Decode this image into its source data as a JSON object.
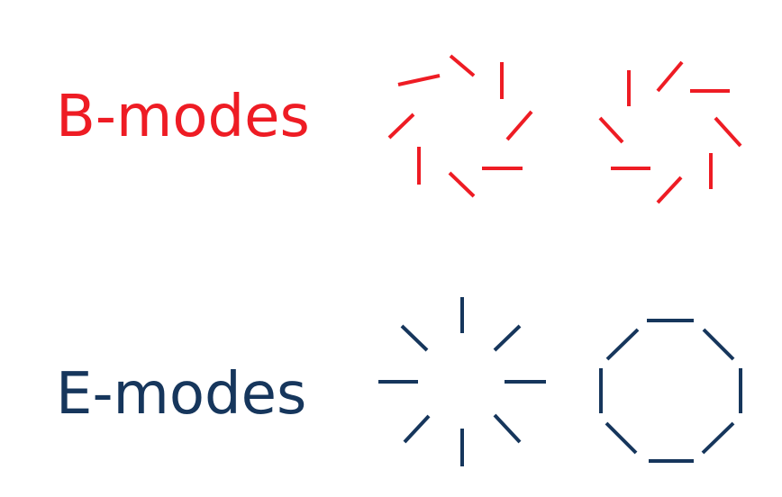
{
  "b_modes": {
    "label": "B-modes",
    "color": "#ee1c24"
  },
  "e_modes": {
    "label": "E-modes",
    "color": "#16365c"
  },
  "patterns": [
    {
      "name": "b-mode-pattern-left",
      "mode": "b_modes",
      "shape": "counter-clockwise swirl"
    },
    {
      "name": "b-mode-pattern-right",
      "mode": "b_modes",
      "shape": "clockwise swirl"
    },
    {
      "name": "e-mode-pattern-left",
      "mode": "e_modes",
      "shape": "radial"
    },
    {
      "name": "e-mode-pattern-right",
      "mode": "e_modes",
      "shape": "tangential ring"
    }
  ]
}
